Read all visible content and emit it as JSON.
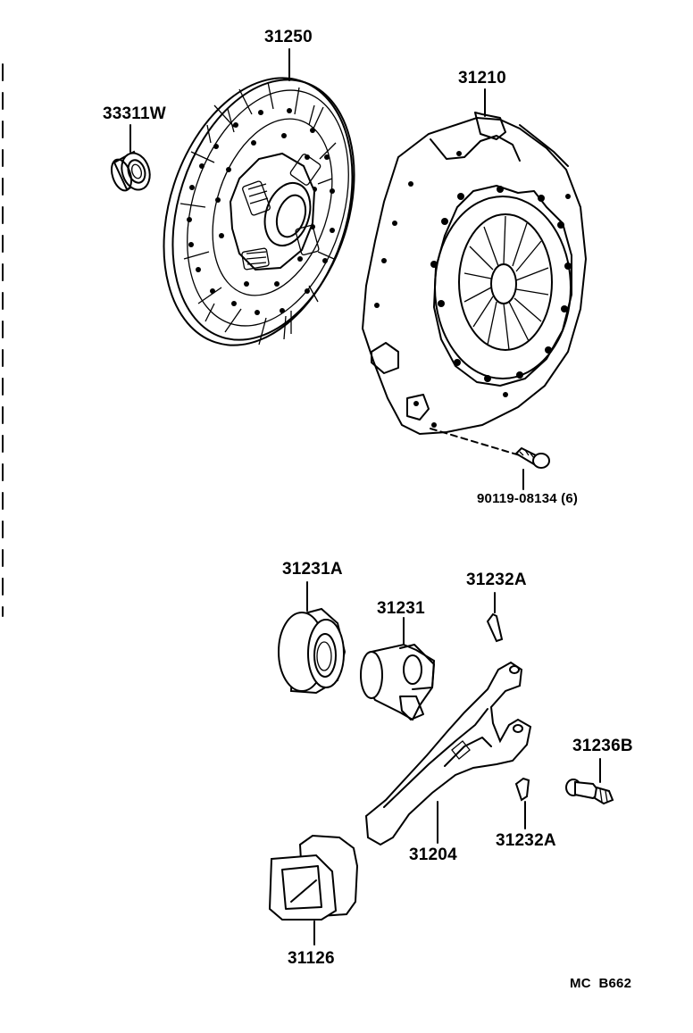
{
  "parts": [
    {
      "id": "31250",
      "label": "31250"
    },
    {
      "id": "33311W",
      "label": "33311W"
    },
    {
      "id": "31210",
      "label": "31210"
    },
    {
      "id": "90119-08134",
      "label": "90119-08134 (6)"
    },
    {
      "id": "31231A",
      "label": "31231A"
    },
    {
      "id": "31231",
      "label": "31231"
    },
    {
      "id": "31232A-top",
      "label": "31232A"
    },
    {
      "id": "31236B",
      "label": "31236B"
    },
    {
      "id": "31204",
      "label": "31204"
    },
    {
      "id": "31232A-bottom",
      "label": "31232A"
    },
    {
      "id": "31126",
      "label": "31126"
    }
  ],
  "figure_code": "MC  B662"
}
